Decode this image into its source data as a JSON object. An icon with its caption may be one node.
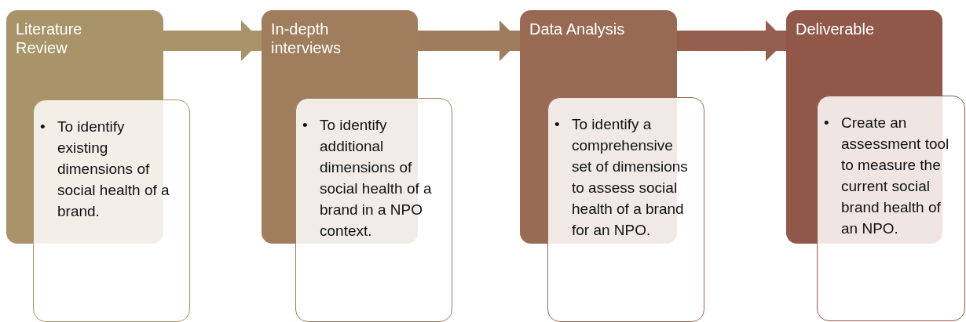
{
  "diagram": {
    "nodes": [
      {
        "text": [
          "Literature Review"
        ]
      },
      {
        "text": [
          "•",
          "To identify existing dimensions of social health of a brand."
        ]
      },
      {
        "text": [
          "In-depth interviews"
        ]
      },
      {
        "text": [
          "•",
          "To identify additional dimensions of social health of a brand in a NPO context."
        ]
      },
      {
        "text": [
          "Data Analysis"
        ]
      },
      {
        "text": [
          "•",
          "To identify a comprehensive set of dimensions to assess social health of a brand for an NPO."
        ]
      },
      {
        "text": [
          "Deliverable"
        ]
      },
      {
        "text": [
          "•",
          "Create an assessment tool to measure the current social brand health of an NPO."
        ]
      }
    ],
    "edges": [
      {
        "from": 0,
        "to": 2,
        "arrow": "to",
        "color": "#a89468"
      },
      {
        "from": 2,
        "to": 4,
        "arrow": "to",
        "color": "#9f7c5d"
      },
      {
        "from": 4,
        "to": 6,
        "arrow": "to",
        "color": "#955f4e"
      }
    ]
  }
}
